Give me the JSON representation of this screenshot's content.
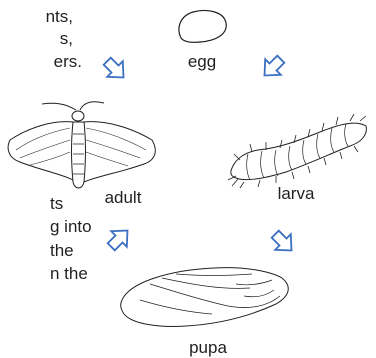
{
  "text_top": [
    "nts,",
    "s,",
    "ers."
  ],
  "text_bottom": [
    "ts",
    "g into",
    "the",
    "n the"
  ],
  "stages": {
    "egg": "egg",
    "larva": "larva",
    "pupa": "pupa",
    "adult": "adult"
  },
  "colors": {
    "arrow": "#3a6fc2",
    "line": "#231f20",
    "text": "#231f20"
  },
  "icons": {
    "egg_to_larva": "arrow-down-right-icon",
    "larva_to_pupa": "arrow-down-left-icon",
    "pupa_to_adult": "arrow-up-left-icon",
    "adult_to_egg": "arrow-up-right-icon"
  }
}
